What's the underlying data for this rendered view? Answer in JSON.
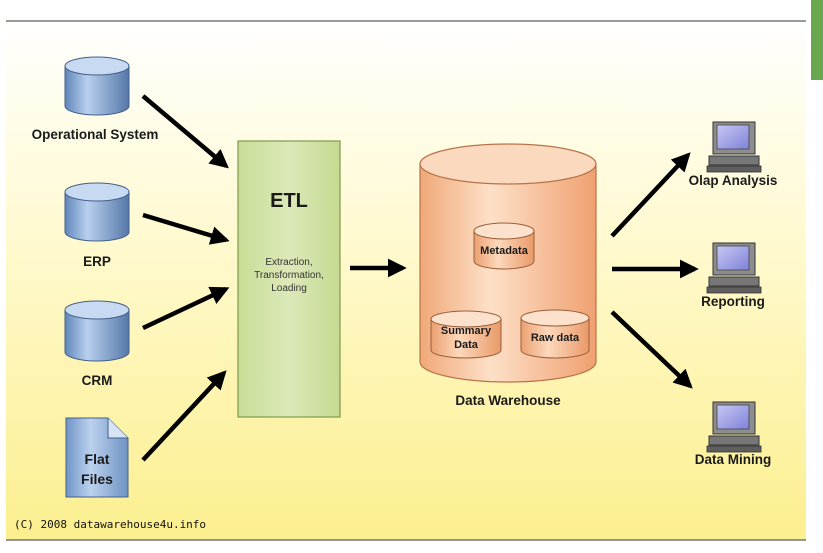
{
  "sources": [
    {
      "id": "operational",
      "label": "Operational System",
      "icon": "database-icon"
    },
    {
      "id": "erp",
      "label": "ERP",
      "icon": "database-icon"
    },
    {
      "id": "crm",
      "label": "CRM",
      "icon": "database-icon"
    },
    {
      "id": "flatfiles",
      "label_lines": [
        "Flat",
        "Files"
      ],
      "icon": "document-icon"
    }
  ],
  "etl": {
    "title": "ETL",
    "desc_lines": [
      "Extraction,",
      "Transformation,",
      "Loading"
    ]
  },
  "warehouse": {
    "label": "Data Warehouse",
    "metadata": "Metadata",
    "summary_lines": [
      "Summary",
      "Data"
    ],
    "raw": "Raw data"
  },
  "outputs": [
    {
      "id": "olap",
      "label": "Olap Analysis",
      "icon": "computer-icon"
    },
    {
      "id": "reporting",
      "label": "Reporting",
      "icon": "computer-icon"
    },
    {
      "id": "mining",
      "label": "Data Mining",
      "icon": "computer-icon"
    }
  ],
  "copyright": "(C) 2008 datawarehouse4u.info",
  "colors": {
    "background_top": "#ffffff",
    "background_bottom": "#fdf29a",
    "database_fill": "#8fb0d8",
    "etl_fill": "#d3e4a8",
    "etl_stroke": "#7f9a4d",
    "warehouse_fill": "#f8c49c",
    "corner_accent": "#6aa84f"
  }
}
